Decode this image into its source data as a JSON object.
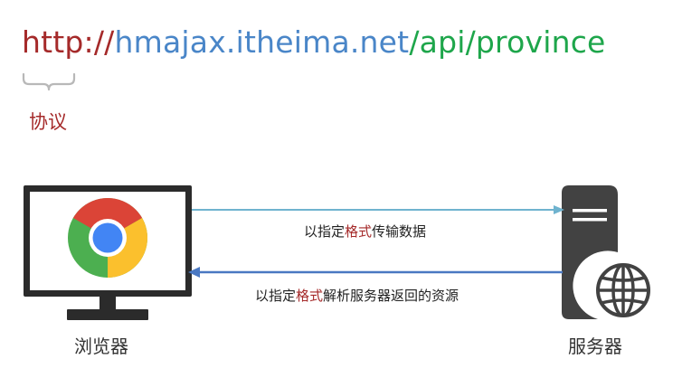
{
  "url": {
    "protocol": "http",
    "separator": "://",
    "domain": "hmajax.itheima.net",
    "path": "/api/province",
    "colors": {
      "protocol": "#a52a2a",
      "domain": "#4a86c8",
      "path": "#1ea64b"
    }
  },
  "protocol_label": "协议",
  "request_message": {
    "before": "以指定",
    "highlight": "格式",
    "after": "传输数据"
  },
  "response_message": {
    "before": "以指定",
    "highlight": "格式",
    "after": "解析服务器返回的资源"
  },
  "highlight_color": "#a52a2a",
  "arrow_colors": {
    "request": "#6fb3cf",
    "response": "#4a78c2"
  },
  "browser_label": "浏览器",
  "server_label": "服务器",
  "icons": {
    "browser": "chrome-icon",
    "computer": "monitor-icon",
    "server": "server-icon",
    "globe": "globe-icon"
  }
}
